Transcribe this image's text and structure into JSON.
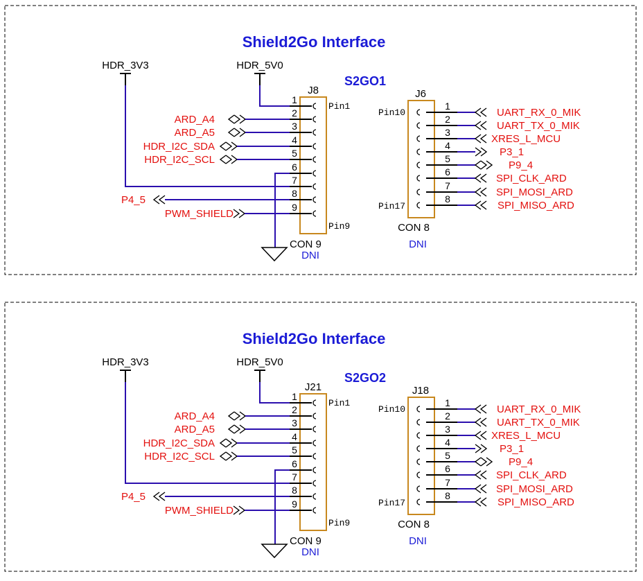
{
  "panels": [
    {
      "title": "Shield2Go Interface",
      "sub_ref": "S2GO1",
      "left_conn": {
        "ref": "J8",
        "value": "CON 9",
        "dni": "DNI",
        "first_pin": "Pin1",
        "last_pin": "Pin9"
      },
      "right_conn": {
        "ref": "J6",
        "value": "CON 8",
        "dni": "DNI",
        "first_pin": "Pin10",
        "last_pin": "Pin17"
      }
    },
    {
      "title": "Shield2Go Interface",
      "sub_ref": "S2GO2",
      "left_conn": {
        "ref": "J21",
        "value": "CON 9",
        "dni": "DNI",
        "first_pin": "Pin1",
        "last_pin": "Pin9"
      },
      "right_conn": {
        "ref": "J18",
        "value": "CON 8",
        "dni": "DNI",
        "first_pin": "Pin10",
        "last_pin": "Pin17"
      }
    }
  ],
  "power": {
    "v33": "HDR_3V3",
    "v5": "HDR_5V0"
  },
  "left_nets": [
    "ARD_A4",
    "ARD_A5",
    "HDR_I2C_SDA",
    "HDR_I2C_SCL",
    "P4_5",
    "PWM_SHIELD"
  ],
  "right_nets": [
    "UART_RX_0_MIK",
    "UART_TX_0_MIK",
    "XRES_L_MCU",
    "P3_1",
    "P9_4",
    "SPI_CLK_ARD",
    "SPI_MOSI_ARD",
    "SPI_MISO_ARD"
  ],
  "pin_numbers_left": [
    "1",
    "2",
    "3",
    "4",
    "5",
    "6",
    "7",
    "8",
    "9"
  ],
  "pin_numbers_right": [
    "1",
    "2",
    "3",
    "4",
    "5",
    "6",
    "7",
    "8"
  ],
  "colors": {
    "wire": "#2b0fae",
    "net_label": "#e3100e",
    "ref_label": "#1b1bd6",
    "connector_body": "#c8881e"
  }
}
